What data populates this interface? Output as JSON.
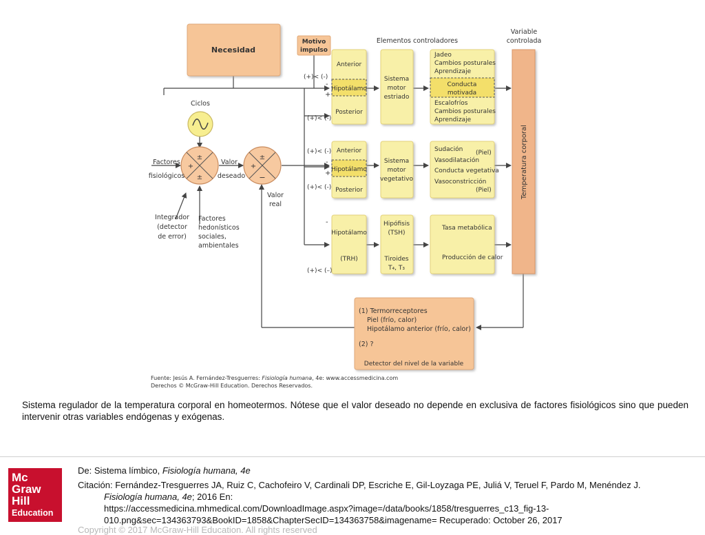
{
  "diagram": {
    "necesidad": "Necesidad",
    "motivo_line1": "Motivo",
    "motivo_line2": "impulso",
    "elementos_controladores": "Elementos controladores",
    "variable_line1": "Variable",
    "variable_line2": "controlada",
    "ciclos": "Ciclos",
    "factores_line1": "Factores",
    "factores_line2": "fisiológicos",
    "valor_deseado_line1": "Valor",
    "valor_deseado_line2": "deseado",
    "valor_real_line1": "Valor",
    "valor_real_line2": "real",
    "integrador": [
      "Integrador",
      "(detector",
      "de error)"
    ],
    "hedonisticos": [
      "Factores",
      "hedonísticos",
      "sociales,",
      "ambientales"
    ],
    "row1": {
      "anterior": "Anterior",
      "hipotalamo": "Hipotálamo",
      "posterior": "Posterior",
      "sistema": [
        "Sistema",
        "motor",
        "estriado"
      ],
      "efectos_top": [
        "Jadeo",
        "Cambios posturales",
        "Aprendizaje"
      ],
      "conducta": [
        "Conducta",
        "motivada"
      ],
      "efectos_bottom": [
        "Escalofríos",
        "Cambios posturales",
        "Aprendizaje"
      ]
    },
    "row2": {
      "anterior": "Anterior",
      "hipotalamo": "Hipotálamo",
      "posterior": "Posterior",
      "sistema": [
        "Sistema",
        "motor",
        "vegetativo"
      ],
      "efectos": [
        "Sudación",
        "Vasodilatación",
        "Conducta vegetativa",
        "Vasoconstricción"
      ],
      "piel": "(Piel)"
    },
    "row3": {
      "hipotalamo": "Hipotálamo",
      "trh": "(TRH)",
      "hipofisis": "Hipófisis",
      "tsh": "(TSH)",
      "tiroides": "Tiroides",
      "t4t3": "T₄, T₃",
      "tasa": "Tasa metabólica",
      "produccion": "Producción de calor"
    },
    "temperatura_corporal": "Temperatura corporal",
    "termo": [
      "(1) Termorreceptores",
      "Piel (frío, calor)",
      "Hipotálamo anterior (frío, calor)",
      "(2) ?"
    ],
    "detector": "Detector del nivel de la variable",
    "signs": {
      "pm": "±",
      "plus": "+",
      "minus": "−",
      "dash": "-",
      "feedback": "(+)< (-)",
      "feedback_last": "(+)< (–)"
    },
    "fuente_line1": "Fuente: Jesús A. Fernández-Tresguerres: ",
    "fuente_book": "Fisiología humana",
    "fuente_rest": ", 4e: www.accessmedicina.com",
    "fuente_line2": "Derechos © McGraw-Hill Education. Derechos Reservados."
  },
  "caption": "Sistema regulador de la temperatura corporal en homeotermos. Nótese que el valor deseado no depende en exclusiva de factores fisiológicos sino que pueden intervenir otras variables endógenas y exógenas.",
  "logo": {
    "line1": "Mc",
    "line2": "Graw",
    "line3": "Hill",
    "line4": "Education"
  },
  "reference": {
    "from_prefix": "De: Sistema límbico, ",
    "from_book": "Fisiología humana, 4e",
    "cite_prefix": "Citación: Fernández-Tresguerres JA, Ruiz C, Cachofeiro V, Cardinali DP, Escriche E, Gil-Loyzaga PE, Juliá V, Teruel F, Pardo M, Menéndez J.",
    "cite_book": "Fisiología humana, 4e",
    "cite_year": "; 2016 En:",
    "cite_url1": "https://accessmedicina.mhmedical.com/DownloadImage.aspx?image=/data/books/1858/tresguerres_c13_fig-13-",
    "cite_url2": "010.png&sec=134363793&BookID=1858&ChapterSecID=134363758&imagename= Recuperado: October 26, 2017"
  },
  "copyright": "Copyright © 2017 McGraw-Hill Education. All rights reserved",
  "colors": {
    "orange_box": "#f6c597",
    "yellow_box": "#f8f0a8",
    "yellow_border": "#e4d27a",
    "bar": "#f0b58a",
    "node": "#f7c9a0",
    "logo_red": "#c8102e"
  }
}
